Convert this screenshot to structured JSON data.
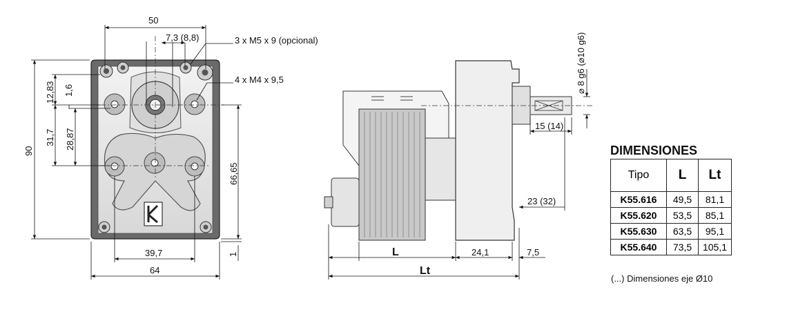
{
  "front_view": {
    "dim_width_top": "50",
    "dim_offset": "7,3 (8,8)",
    "dim_holes_m5": "3 x M5 x 9 (opcional)",
    "dim_holes_m4": "4 x M4 x 9,5",
    "dim_height_total": "90",
    "dim_12_83": "12,83",
    "dim_1_6": "1,6",
    "dim_31_7": "31,7",
    "dim_28_87": "28,87",
    "dim_66_65": "66,65",
    "dim_1": "1",
    "dim_39_7": "39,7",
    "dim_64": "64",
    "logo_letter": "K"
  },
  "side_view": {
    "dim_shaft": "⌀ 8 g6 (⌀10 g6)",
    "dim_15": "15 (14)",
    "dim_23": "23 (32)",
    "dim_L": "L",
    "dim_24_1": "24,1",
    "dim_7_5": "7,5",
    "dim_Lt": "Lt"
  },
  "table": {
    "title": "DIMENSIONES",
    "headers": [
      "Tipo",
      "L",
      "Lt"
    ],
    "rows": [
      [
        "K55.616",
        "49,5",
        "81,1"
      ],
      [
        "K55.620",
        "53,5",
        "85,1"
      ],
      [
        "K55.630",
        "63,5",
        "95,1"
      ],
      [
        "K55.640",
        "73,5",
        "105,1"
      ]
    ]
  },
  "note": "(...) Dimensiones eje Ø10"
}
